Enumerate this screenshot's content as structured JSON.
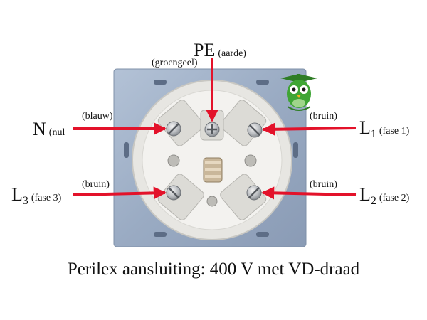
{
  "labels": {
    "pe": {
      "main": "PE",
      "note": "(aarde)",
      "color_note": "(groengeel)"
    },
    "n": {
      "main": "N",
      "note": "(nul",
      "color_note": "(blauw)"
    },
    "l1": {
      "main": "L",
      "sub": "1",
      "note": "(fase 1)",
      "color_note": "(bruin)"
    },
    "l2": {
      "main": "L",
      "sub": "2",
      "note": "(fase 2)",
      "color_note": "(bruin)"
    },
    "l3": {
      "main": "L",
      "sub": "3",
      "note": "(fase 3)",
      "color_note": "(bruin)"
    }
  },
  "caption": "Perilex aansluiting: 400 V met VD-draad",
  "colors": {
    "arrow": "#e3122a",
    "plate": "#9fb0c8",
    "body": "#f1f1ee",
    "mascot": "#3fa535"
  },
  "icons": [
    "owl-mascot-icon",
    "screw-terminal-icon"
  ]
}
